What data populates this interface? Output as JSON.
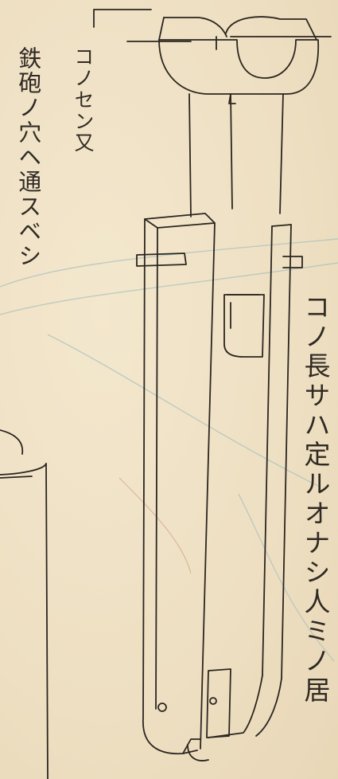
{
  "annotations": {
    "col1": "コノセン又",
    "col2": "鉄砲ノ穴ヘ通スベシ",
    "col3": "コノ長サハ定ルオナシ人ミノ居"
  },
  "colors": {
    "paper": "#efe2c6",
    "ink": "#2b2620",
    "faint_blue": "#9fb7b6",
    "faint_red": "#c99a86"
  }
}
